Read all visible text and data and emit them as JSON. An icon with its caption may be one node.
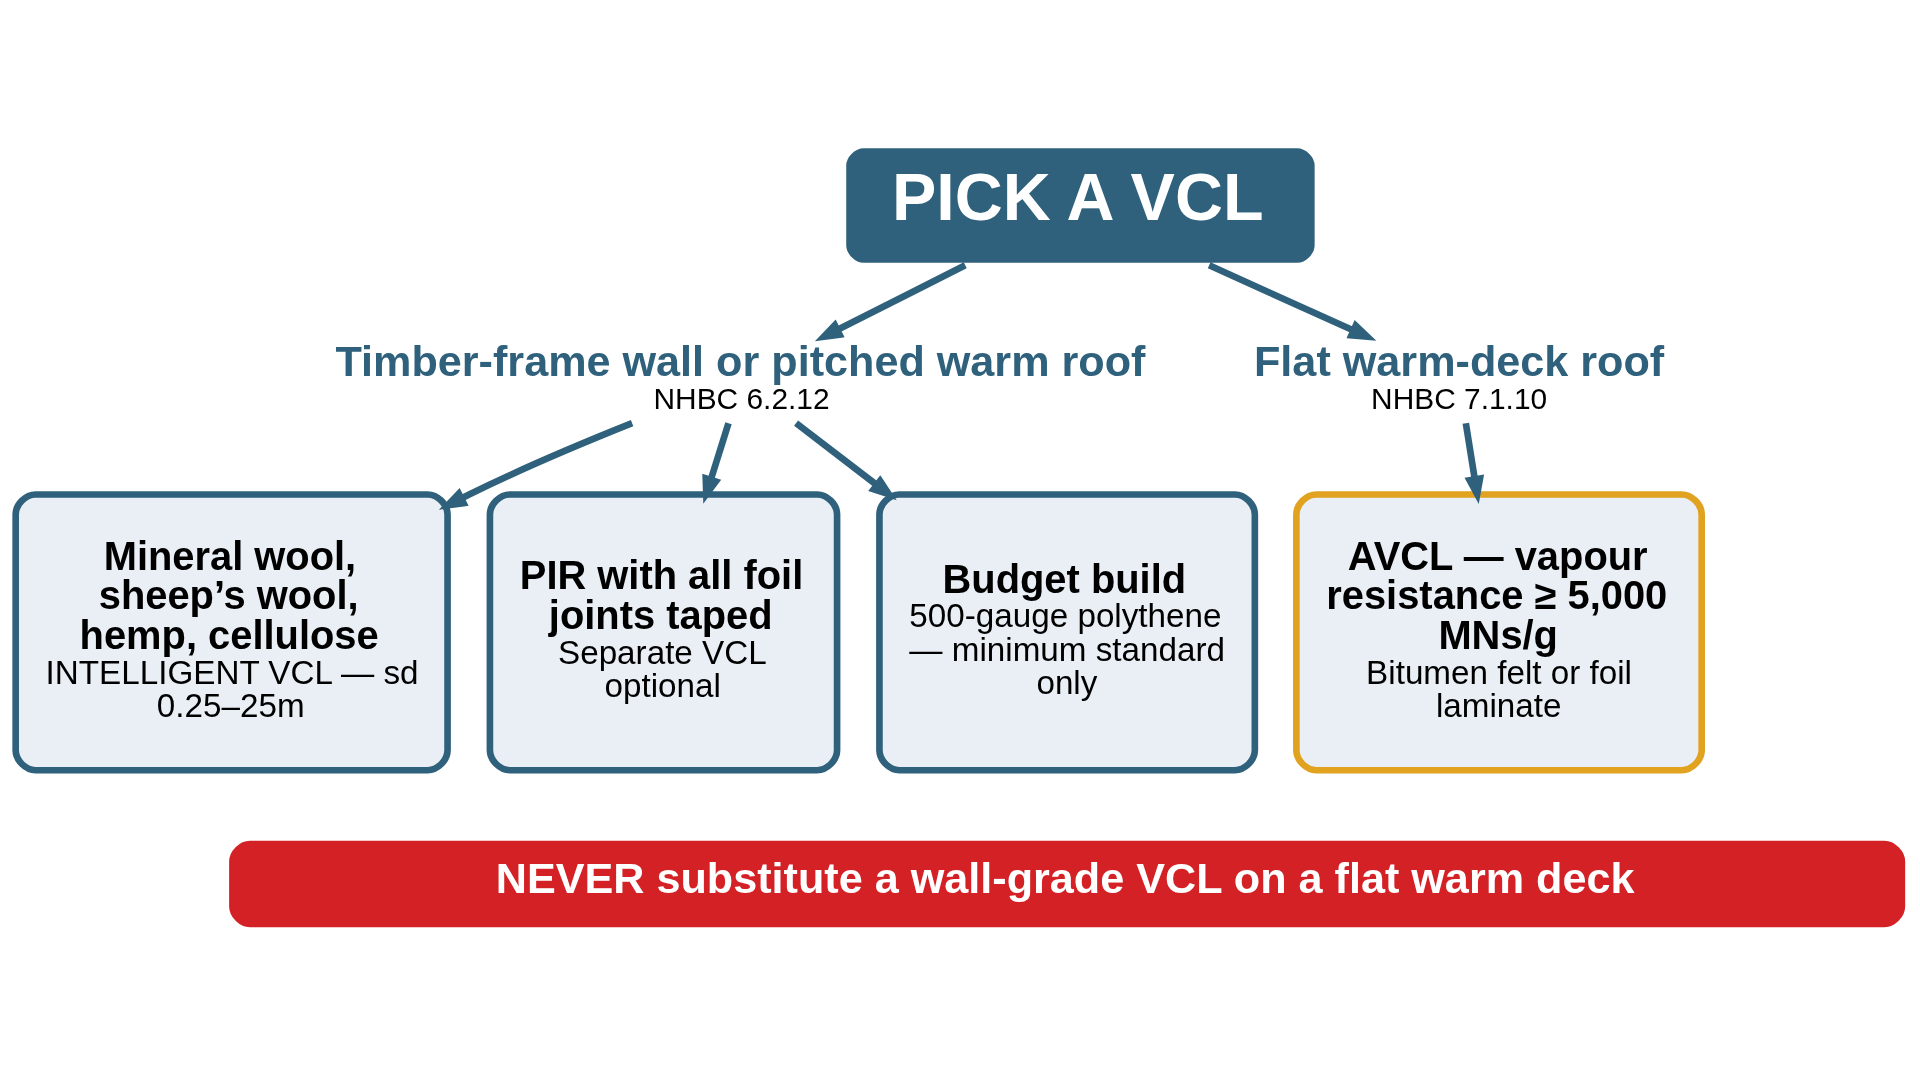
{
  "diagram": {
    "nodes": [
      {
        "text": [
          "PICK A VCL"
        ]
      },
      {
        "text": [
          "Timber-frame wall or pitched warm roof",
          "NHBC 6.2.12"
        ]
      },
      {
        "text": [
          "Flat warm-deck roof",
          "NHBC 7.1.10"
        ]
      },
      {
        "text": [
          "Mineral wool, sheep’s wool, hemp, cellulose",
          "INTELLIGENT VCL — sd 0.25–25m"
        ]
      },
      {
        "text": [
          "PIR with all foil joints taped",
          "Separate VCL optional"
        ]
      },
      {
        "text": [
          "Budget build",
          "500-gauge polythene — minimum standard only"
        ]
      },
      {
        "text": [
          "AVCL — vapour resistance ≥ 5,000 MNs/g",
          "Bitumen felt or foil laminate"
        ]
      },
      {
        "text": [
          "NEVER substitute a wall-grade VCL on a flat warm deck"
        ]
      }
    ],
    "edges": [
      {
        "from": 0,
        "to": 1,
        "arrow": "to"
      },
      {
        "from": 0,
        "to": 2,
        "arrow": "to"
      },
      {
        "from": 1,
        "to": 3,
        "arrow": "to"
      },
      {
        "from": 1,
        "to": 4,
        "arrow": "to"
      },
      {
        "from": 1,
        "to": 5,
        "arrow": "to"
      },
      {
        "from": 2,
        "to": 6,
        "arrow": "to"
      }
    ]
  }
}
